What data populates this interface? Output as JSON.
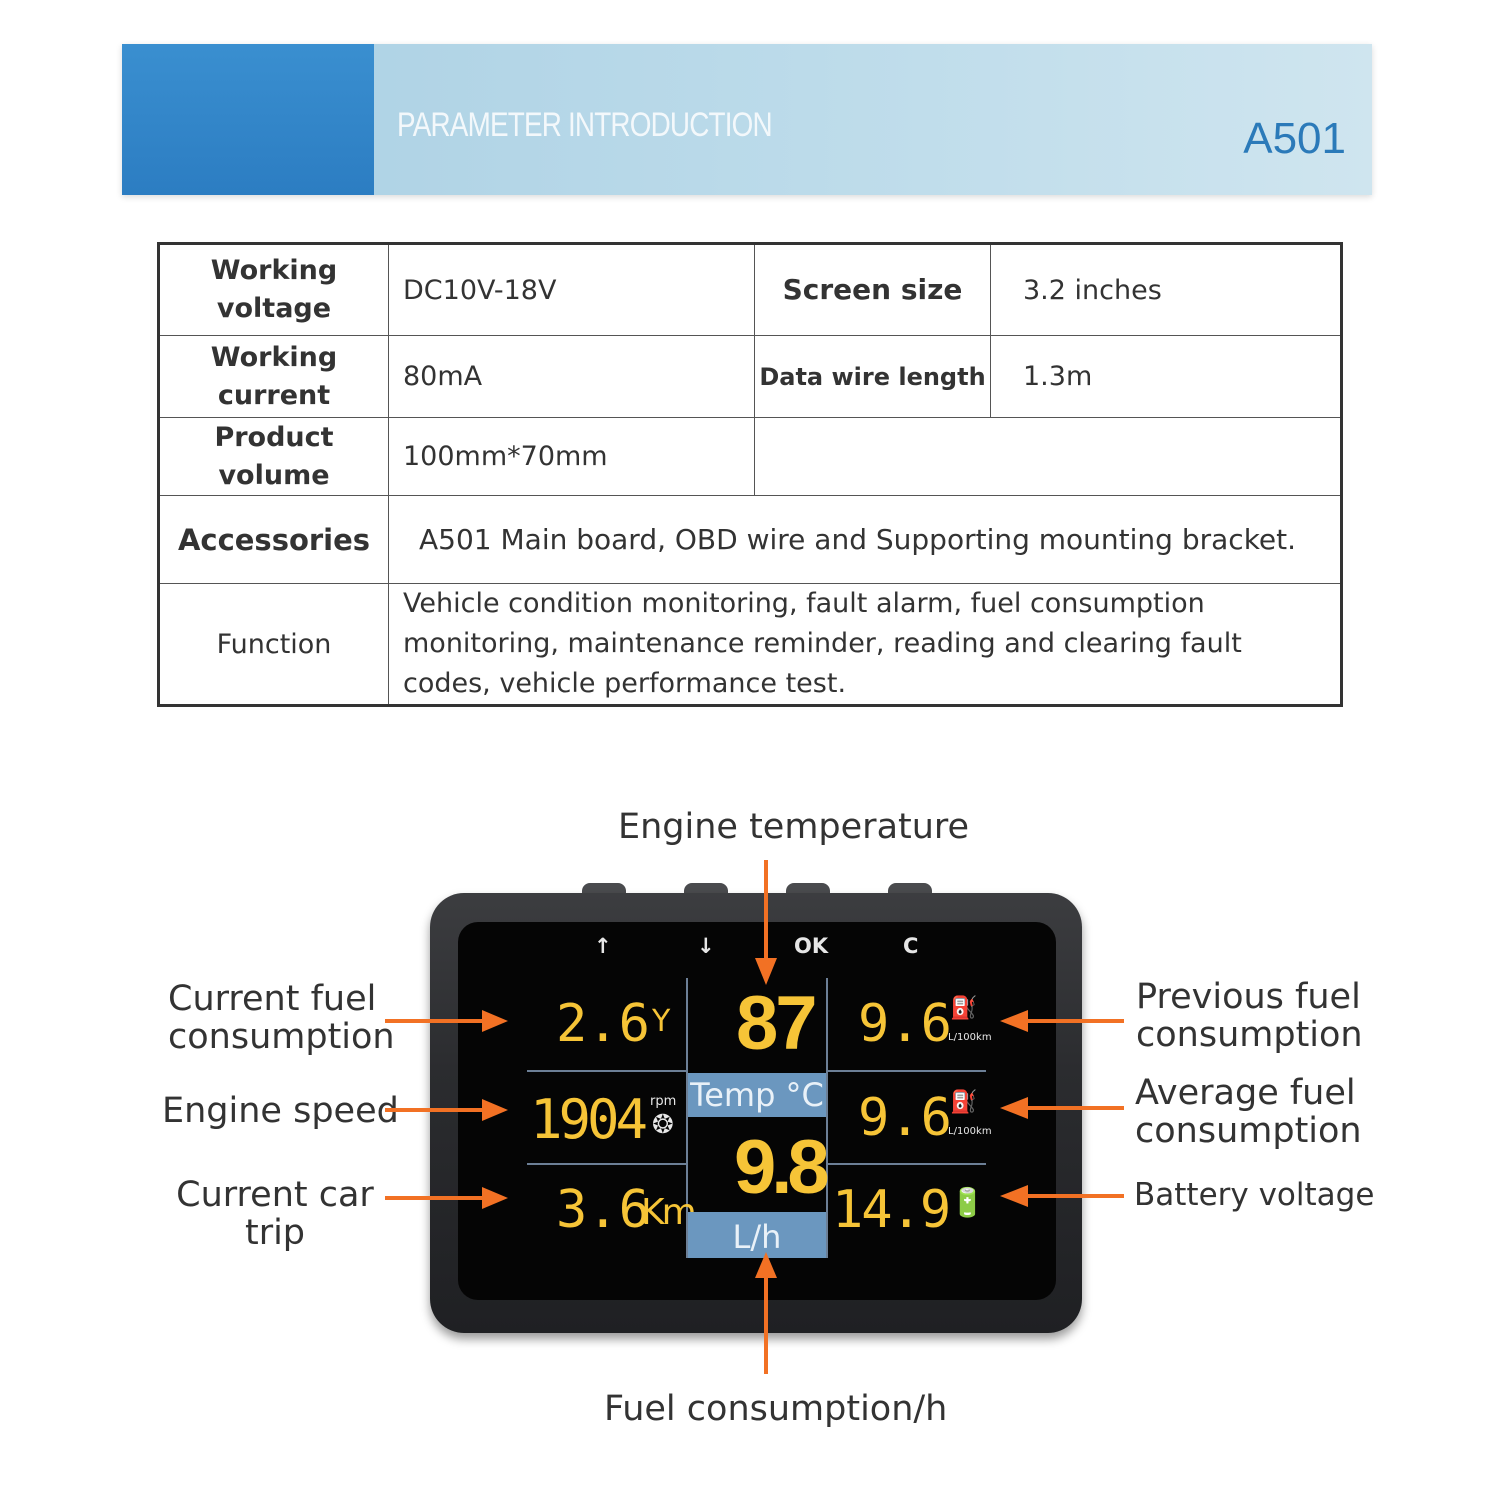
{
  "banner": {
    "title": "PARAMETER INTRODUCTION",
    "model": "A501"
  },
  "spec": {
    "working_voltage_label": "Working voltage",
    "working_voltage": "DC10V-18V",
    "screen_size_label": "Screen size",
    "screen_size": "3.2  inches",
    "working_current_label": "Working current",
    "working_current": "80mA",
    "data_wire_label": "Data wire length",
    "data_wire": "1.3m",
    "product_volume_label": "Product volume",
    "product_volume": "100mm*70mm",
    "accessories_label": "Accessories",
    "accessories": "A501 Main board, OBD wire and Supporting mounting bracket.",
    "function_label": "Function",
    "function": "Vehicle condition monitoring, fault alarm, fuel consumption monitoring, maintenance reminder, reading and clearing fault codes, vehicle performance test."
  },
  "callouts": {
    "engine_temperature": "Engine temperature",
    "current_fuel": "Current fuel consumption",
    "engine_speed": "Engine speed",
    "current_trip": "Current car trip",
    "previous_fuel": "Previous fuel consumption",
    "average_fuel": "Average fuel consumption",
    "battery_voltage": "Battery voltage",
    "fuel_per_hour": "Fuel consumption/h"
  },
  "device": {
    "keys": {
      "up": "↑",
      "down": "↓",
      "ok": "OK",
      "clear": "C"
    },
    "current_fuel": "2.6",
    "engine_temp": "87",
    "previous_fuel": "9.6",
    "engine_speed": "1904",
    "rpm_unit": "rpm",
    "temp_label": "Temp °C",
    "average_fuel": "9.6",
    "fuel_per_hour": "9.8",
    "trip": "3.6",
    "trip_unit": "Km",
    "battery": "14.9",
    "lh_label": "L/h",
    "per100_unit": "L/100km"
  },
  "colors": {
    "accent_orange": "#f27124",
    "display_yellow": "#f6c437",
    "banner_blue": "#2c7dc2"
  }
}
